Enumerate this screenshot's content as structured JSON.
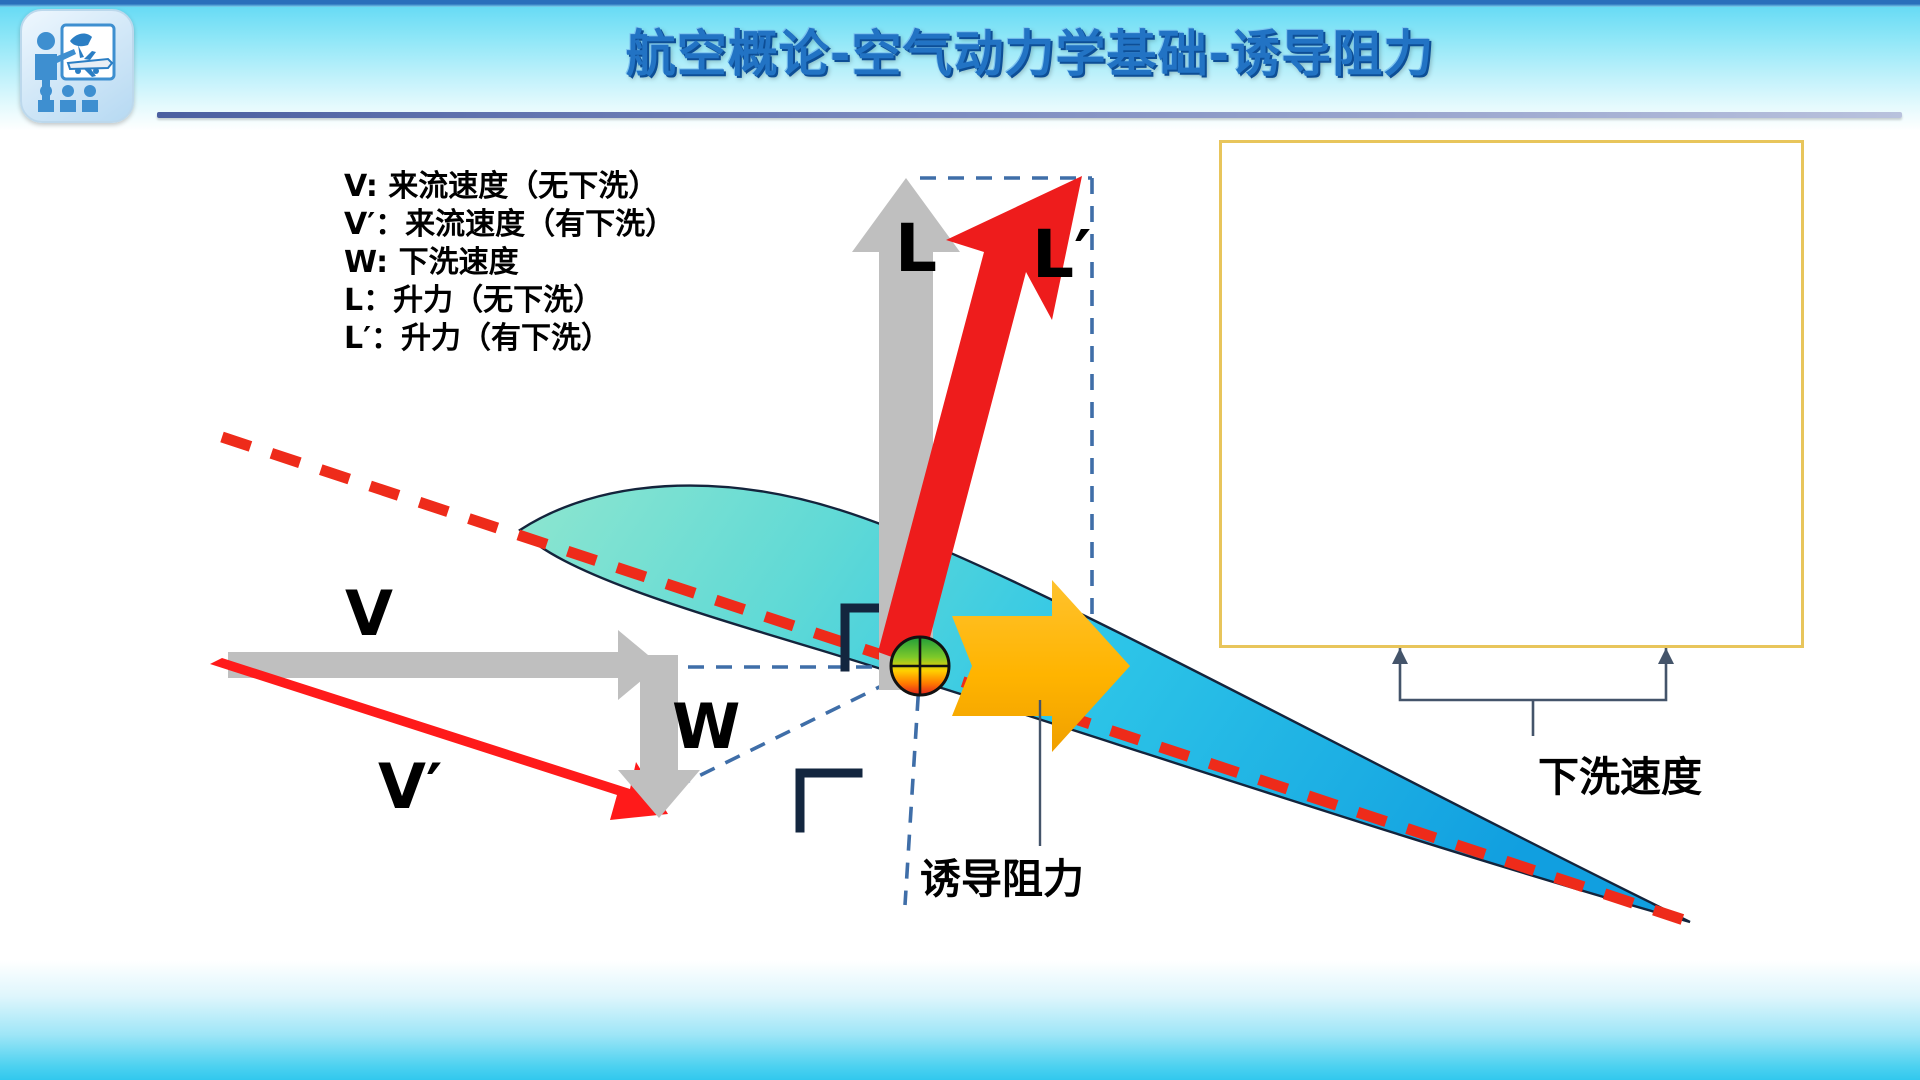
{
  "header": {
    "title": "航空概论-空气动力学基础-诱导阻力",
    "title_color": "#2273c4",
    "band_color_top": "#5fd8f4",
    "rule_color": "#4b5fa0",
    "logo_name": "instructor-teaching-aviation-logo"
  },
  "legend": {
    "lines": [
      "V: 来流速度（无下洗）",
      "V′：来流速度（有下洗）",
      "W: 下洗速度",
      "L：升力（无下洗）",
      "L′：升力（有下洗）"
    ]
  },
  "vectors": {
    "v_label": "V",
    "v_prime_label": "V′",
    "w_label": "W",
    "l_label": "L",
    "l_prime_label": "L′",
    "v_color": "#bfbfbf",
    "v_prime_color": "#ff1a1a",
    "w_color": "#bfbfbf",
    "l_color": "#bfbfbf",
    "l_prime_color": "#ee1c1c",
    "drag_color": "#ffb400"
  },
  "captions": {
    "induced_drag": "诱导阻力",
    "downwash_speed": "下洗速度"
  },
  "airfoil": {
    "fill_start": "#7fe0c8",
    "fill_end": "#17b1e8",
    "chord_line_color": "#ee2b1a",
    "outline_color": "#14243c"
  },
  "inset": {
    "border_color": "#e8c55b",
    "background": "#ffffff",
    "aircraft_body_color": "#cfc8b3",
    "vortex_color_light": "#ffd84d",
    "vortex_color_dark": "#f39200",
    "upper_flow_color": "#4aa8e0",
    "lower_flow_color": "#9e3220"
  },
  "footer": {
    "band_color": "#31c8ee"
  }
}
